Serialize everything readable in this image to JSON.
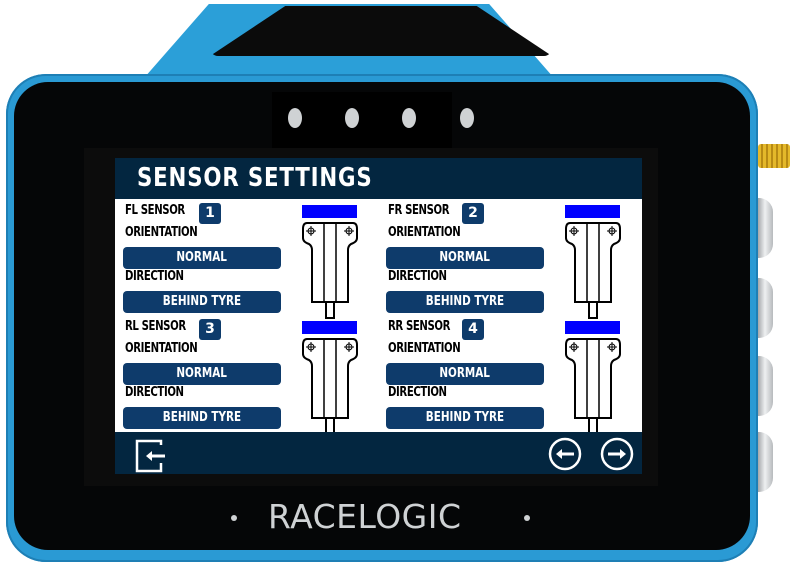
{
  "device": {
    "brand": "RACELOGIC",
    "body_color": "#2a9ad4",
    "bezel_color": "#050607",
    "indicator_dots": 4
  },
  "screen": {
    "header": {
      "title": "SENSOR SETTINGS",
      "background": "#032640"
    },
    "panels": [
      {
        "id": "fl",
        "sensor_label": "FL SENSOR",
        "sensor_number": "1",
        "orientation_label": "ORIENTATION",
        "orientation_value": "NORMAL",
        "direction_label": "DIRECTION",
        "direction_value": "BEHIND TYRE"
      },
      {
        "id": "fr",
        "sensor_label": "FR SENSOR",
        "sensor_number": "2",
        "orientation_label": "ORIENTATION",
        "orientation_value": "NORMAL",
        "direction_label": "DIRECTION",
        "direction_value": "BEHIND TYRE"
      },
      {
        "id": "rl",
        "sensor_label": "RL SENSOR",
        "sensor_number": "3",
        "orientation_label": "ORIENTATION",
        "orientation_value": "NORMAL",
        "direction_label": "DIRECTION",
        "direction_value": "BEHIND TYRE"
      },
      {
        "id": "rr",
        "sensor_label": "RR SENSOR",
        "sensor_number": "4",
        "orientation_label": "ORIENTATION",
        "orientation_value": "NORMAL",
        "direction_label": "DIRECTION",
        "direction_value": "BEHIND TYRE"
      }
    ],
    "footer": {
      "exit_icon": "exit-icon",
      "prev_icon": "arrow-left-circle-icon",
      "next_icon": "arrow-right-circle-icon"
    },
    "colors": {
      "button": "#0e3b6b",
      "sensor_indicator": "#0000ff",
      "panel_bg": "#ffffff"
    }
  }
}
